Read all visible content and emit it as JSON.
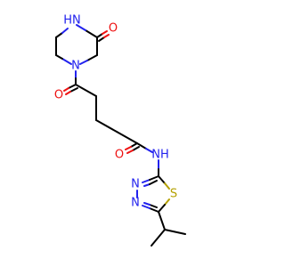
{
  "molecule": {
    "colors": {
      "carbon_bond": "#000000",
      "nitrogen": "#2222ee",
      "oxygen": "#ee1111",
      "sulfur": "#b4a000"
    },
    "atoms": {
      "piperazinone_nh": "HN",
      "piperazinone_o": "O",
      "piperazinone_n": "N",
      "ketone_o": "O",
      "amide_o": "O",
      "amide_nh": "NH",
      "thiadiazole_s": "S",
      "thiadiazole_n1": "N",
      "thiadiazole_n2": "N"
    }
  }
}
